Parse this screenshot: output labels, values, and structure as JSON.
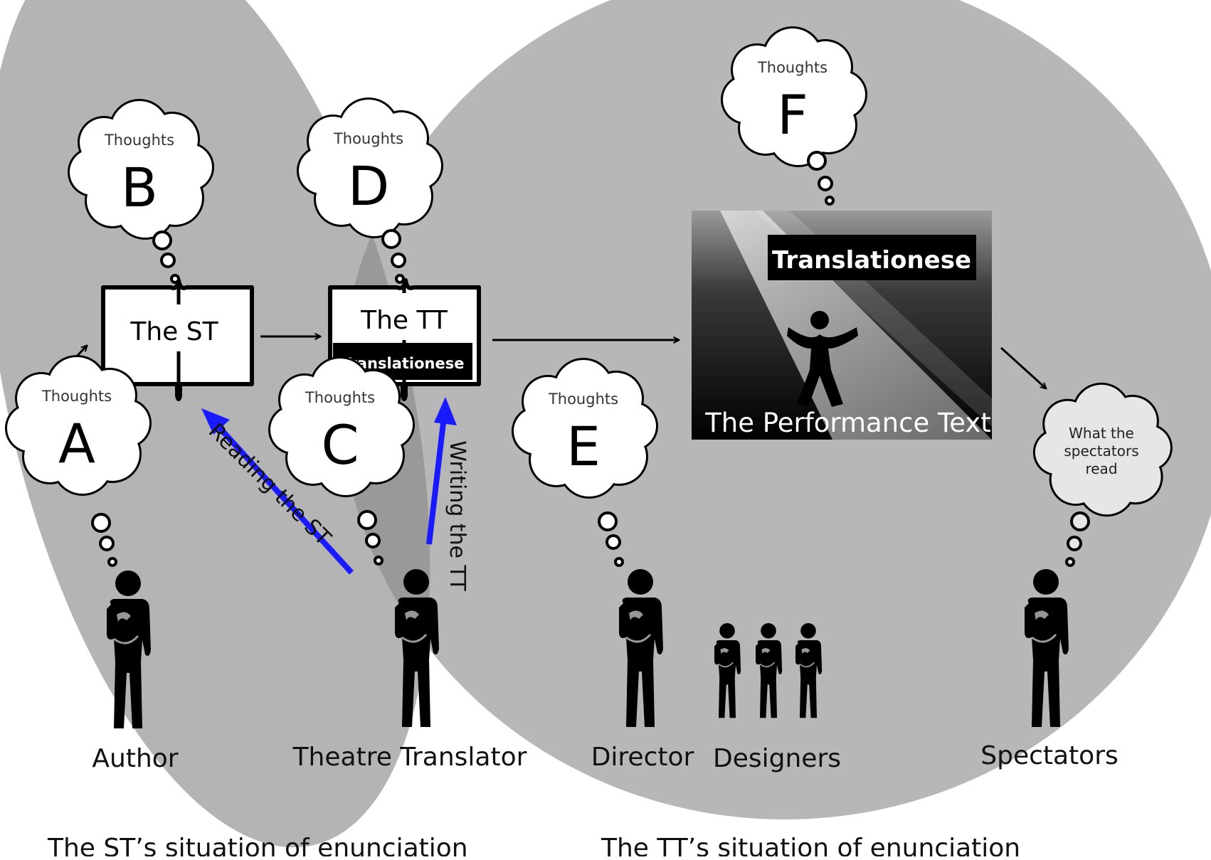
{
  "thought_label": "Thoughts",
  "letters": {
    "a": "A",
    "b": "B",
    "c": "C",
    "d": "D",
    "e": "E",
    "f": "F"
  },
  "spectator_thought": [
    "What the",
    "spectators",
    "read"
  ],
  "books": {
    "st_title": "The ST",
    "tt_title": "The TT",
    "tt_band": "Translationese"
  },
  "performance": {
    "band": "Translationese",
    "caption": "The Performance Text"
  },
  "arrows": {
    "reading": "Reading the ST",
    "writing": "Writing the TT"
  },
  "people": {
    "author": "Author",
    "translator": "Theatre Translator",
    "director": "Director",
    "designers": "Designers",
    "spectators": "Spectators"
  },
  "situations": {
    "st": "The ST’s situation of enunciation",
    "tt": "The TT’s situation of enunciation"
  },
  "colors": {
    "left_ellipse": "#b4b4b4",
    "right_ellipse": "#b7b7b7",
    "overlap": "#999999",
    "accent_arrow": "#1a1aff",
    "ink": "#000000",
    "spectator_cloud": "#e6e6e6"
  }
}
